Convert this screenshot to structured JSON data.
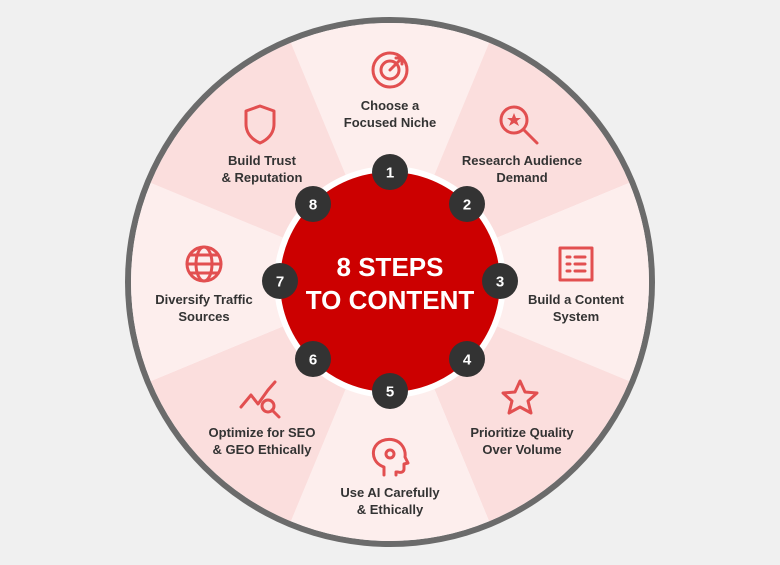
{
  "center": {
    "line1": "8 STEPS",
    "line2": "TO CONTENT"
  },
  "colors": {
    "background": "#f0f0f0",
    "ring": "#6b6b6b",
    "segment_dark": "#fbdedd",
    "segment_light": "#fdeeed",
    "center": "#cc0000",
    "badge": "#333333",
    "icon": "#e24f50"
  },
  "steps": [
    {
      "number": "1",
      "line1": "Choose a",
      "line2": "Focused Niche",
      "icon": "target-icon"
    },
    {
      "number": "2",
      "line1": "Research Audience",
      "line2": "Demand",
      "icon": "magnifier-star-icon"
    },
    {
      "number": "3",
      "line1": "Build a Content",
      "line2": "System",
      "icon": "checklist-icon"
    },
    {
      "number": "4",
      "line1": "Prioritize Quality",
      "line2": "Over Volume",
      "icon": "star-icon"
    },
    {
      "number": "5",
      "line1": "Use AI Carefully",
      "line2": "& Ethically",
      "icon": "head-gear-icon"
    },
    {
      "number": "6",
      "line1": "Optimize for SEO",
      "line2": "& GEO Ethically",
      "icon": "trend-search-icon"
    },
    {
      "number": "7",
      "line1": "Diversify Traffic",
      "line2": "Sources",
      "icon": "globe-icon"
    },
    {
      "number": "8",
      "line1": "Build Trust",
      "line2": "& Reputation",
      "icon": "shield-icon"
    }
  ]
}
